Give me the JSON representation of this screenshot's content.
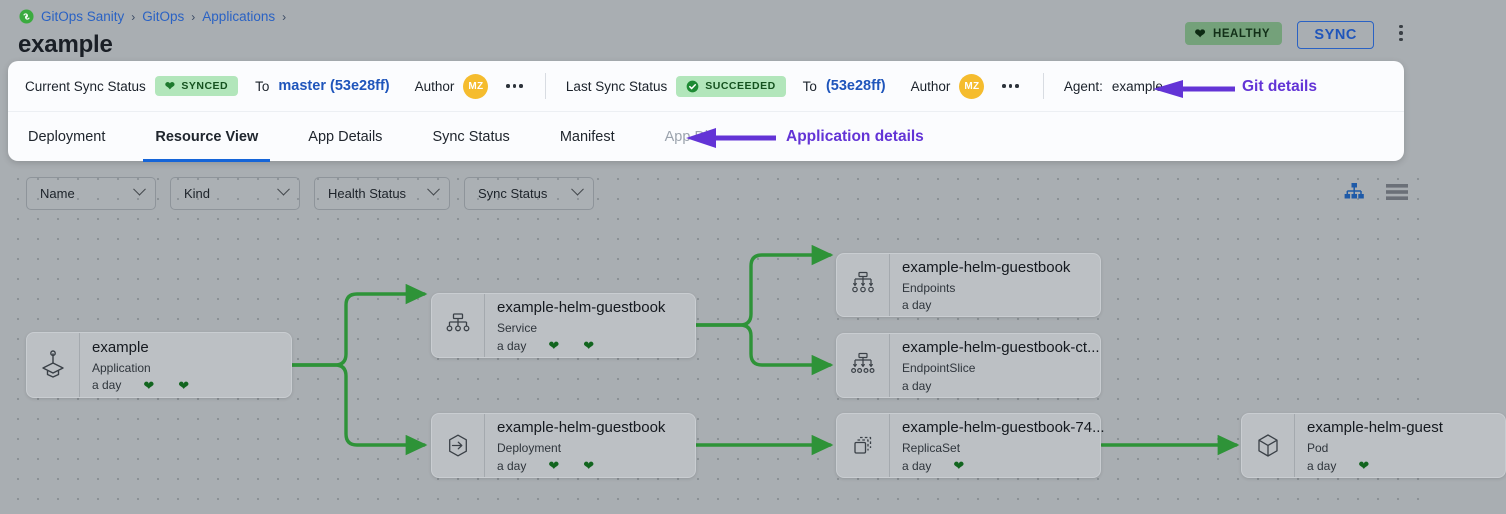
{
  "header": {
    "breadcrumb": [
      {
        "label": "GitOps Sanity",
        "icon": "gitops-logo-icon"
      },
      {
        "label": "GitOps"
      },
      {
        "label": "Applications"
      }
    ],
    "breadcrumb_separator": "›",
    "title": "example",
    "health_badge": {
      "label": "HEALTHY",
      "icon": "heart-icon",
      "bg": "#74a17a",
      "fg": "#123018"
    },
    "sync_button": {
      "label": "SYNC",
      "color": "#1f55bb"
    },
    "overflow_menu": "kebab-menu-icon"
  },
  "status_bar": {
    "current_sync_label": "Current Sync Status",
    "current_sync_pill": {
      "label": "SYNCED",
      "icon": "heart-icon",
      "bg": "#b2e6bb",
      "fg": "#15521f"
    },
    "current_to_label": "To",
    "current_revision": "master (53e28ff)",
    "current_author_label": "Author",
    "current_author_initials": "MZ",
    "last_sync_label": "Last Sync Status",
    "last_sync_pill": {
      "label": "SUCCEEDED",
      "icon": "check-circle-icon",
      "bg": "#b2e6bb",
      "fg": "#15521f"
    },
    "last_to_label": "To",
    "last_revision": "(53e28ff)",
    "last_author_label": "Author",
    "last_author_initials": "MZ",
    "agent_label": "Agent:",
    "agent_value": "example"
  },
  "annotations": {
    "git_details": "Git details",
    "application_details": "Application details",
    "arrow_color": "#6334d6"
  },
  "tabs": [
    {
      "label": "Deployment",
      "state": "normal"
    },
    {
      "label": "Resource View",
      "state": "active"
    },
    {
      "label": "App Details",
      "state": "normal"
    },
    {
      "label": "Sync Status",
      "state": "normal"
    },
    {
      "label": "Manifest",
      "state": "normal"
    },
    {
      "label": "App Diff",
      "state": "disabled"
    }
  ],
  "filters": [
    {
      "label": "Name",
      "name": "name"
    },
    {
      "label": "Kind",
      "name": "kind"
    },
    {
      "label": "Health Status",
      "name": "health-status"
    },
    {
      "label": "Sync Status",
      "name": "sync-status"
    }
  ],
  "view_toggles": [
    {
      "name": "tree-view-icon",
      "active": true
    },
    {
      "name": "list-view-icon",
      "active": false
    }
  ],
  "graph": {
    "nodes": [
      {
        "id": "app",
        "title": "example",
        "kind": "Application",
        "age": "a day",
        "icon": "application-icon",
        "hearts": 2
      },
      {
        "id": "svc",
        "title": "example-helm-guestbook",
        "kind": "Service",
        "age": "a day",
        "icon": "service-icon",
        "hearts": 2
      },
      {
        "id": "deploy",
        "title": "example-helm-guestbook",
        "kind": "Deployment",
        "age": "a day",
        "icon": "deployment-icon",
        "hearts": 2
      },
      {
        "id": "endpoints",
        "title": "example-helm-guestbook",
        "kind": "Endpoints",
        "age": "a day",
        "icon": "endpoints-icon",
        "hearts": 0
      },
      {
        "id": "endpointslice",
        "title": "example-helm-guestbook-ct...",
        "kind": "EndpointSlice",
        "age": "a day",
        "icon": "endpointslice-icon",
        "hearts": 0
      },
      {
        "id": "replicaset",
        "title": "example-helm-guestbook-74...",
        "kind": "ReplicaSet",
        "age": "a day",
        "icon": "replicaset-icon",
        "hearts": 1
      },
      {
        "id": "pod",
        "title": "example-helm-guest",
        "kind": "Pod",
        "age": "a day",
        "icon": "pod-icon",
        "hearts": 1
      }
    ],
    "edge_color": "#2e9338"
  }
}
